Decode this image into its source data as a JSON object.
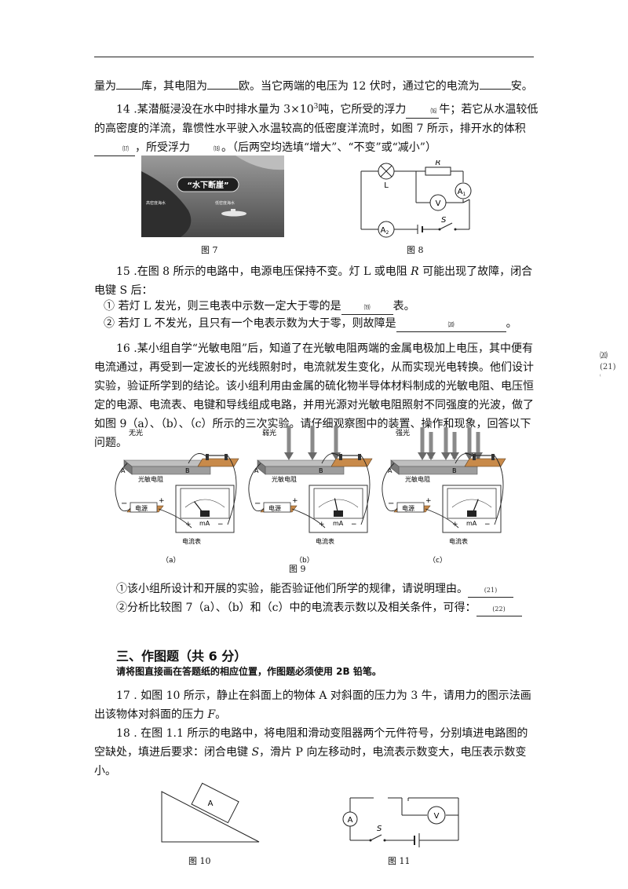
{
  "q13_tail": {
    "t1": "量为",
    "b1": "",
    "t2": "库，其电阻为",
    "t3": "欧。当它两端的电压为 12 伏时，通过它的电流为",
    "t4": "安。"
  },
  "q14": {
    "t1": "14 .某潜艇浸没在水中时排水量为 3×10",
    "sup": "3",
    "t2": "吨，它所受的浮力",
    "b16": "⒃",
    "t3": "牛；若它从水温较低的高密度的洋流，靠惯性水平驶入水温较高的低密度洋流时，如图 7 所示，排开水的体积",
    "b17": "⒄",
    "t4": "，所受浮力",
    "b18": "⒅",
    "t5": "。（后两空均选填“增大”、“不变”或“减小”）"
  },
  "fig7": {
    "title": "“水下断崖”",
    "left_label": "高密度海水",
    "right_label": "低密度海水",
    "caption": "图 7"
  },
  "fig8": {
    "lamp": "L",
    "resistor": "R",
    "a1": "A",
    "a1_sub": "1",
    "v": "V",
    "a2": "A",
    "a2_sub": "2",
    "switch": "S",
    "caption": "图 8"
  },
  "q15": {
    "t1": "15 .在图 8 所示的电路中，电源电压保持不变。灯 L 或电阻 ",
    "r": "R",
    "t2": " 可能出现了故障，闭合电键 S 后：",
    "i1a": "① 若灯 L 发光，则三电表中示数一定大于零的是",
    "b19": "⒆",
    "i1b": "表。",
    "i2a": "② 若灯 L 不发光，且只有一个电表示数为大于零，则故障是",
    "b20": "⒇",
    "i2b": "。"
  },
  "q16": {
    "text": "16 .某小组自学“光敏电阻”后，知道了在光敏电阻两端的金属电极加上电压，其中便有电流通过，再受到一定波长的光线照射时，电流就发生变化，从而实现光电转换。他们设计实验，验证所学到的结论。该小组利用由金属的硫化物半导体材料制成的光敏电阻、电压恒定的电源、电流表、电键和导线组成电路，并用光源对光敏电阻照射不同强度的光波，做了如图 9（a）、（b）、（c）所示的三次实验。请仔细观察图中的装置、操作和现象，回答以下问题。"
  },
  "fig9": {
    "panels": [
      {
        "light": "无光",
        "sub": "（a）"
      },
      {
        "light": "弱光",
        "sub": "（b）"
      },
      {
        "light": "强光",
        "sub": "（c）"
      }
    ],
    "label_a": "A",
    "label_b": "B",
    "resistor": "光敏电阻",
    "source": "电源",
    "meter": "电流表",
    "unit": "mA",
    "minus": "−",
    "plus": "+",
    "caption": "图 9"
  },
  "q16_sub": {
    "s1": "①该小组所设计和开展的实验，能否验证他们所学的规律，请说明理由。",
    "b21": "(21)",
    "s2": "②分析比较图 7（a）、（b）和（c）中的电流表示数以及相关条件，可得：",
    "b22": "(22)"
  },
  "margin": {
    "n20": "⒇",
    "n21": "(21)",
    "dot": "⁽"
  },
  "section3": {
    "title": "三、作图题（共 6 分）",
    "note": "请将图直接画在答题纸的相应位置，作图题必须使用 2B 铅笔。"
  },
  "q17": {
    "t1": "17 . 如图 10 所示，静止在斜面上的物体 A 对斜面的压力为 3 牛，请用力的图示法画出该物体对斜面的压力 ",
    "f": "F",
    "t2": "。"
  },
  "q18": {
    "t1": "18 . 在图 1.1 所示的电路中，将电阻和滑动变阻器两个元件符号，分别填进电路图的空缺处，填进后要求：闭合电键 ",
    "s": "S",
    "t2": "，滑片 P 向左移动时，电流表示数变大，电压表示数变小。"
  },
  "fig10": {
    "block": "A",
    "caption": "图 10"
  },
  "fig11": {
    "a": "A",
    "v": "V",
    "s": "S",
    "caption": "图 11"
  }
}
